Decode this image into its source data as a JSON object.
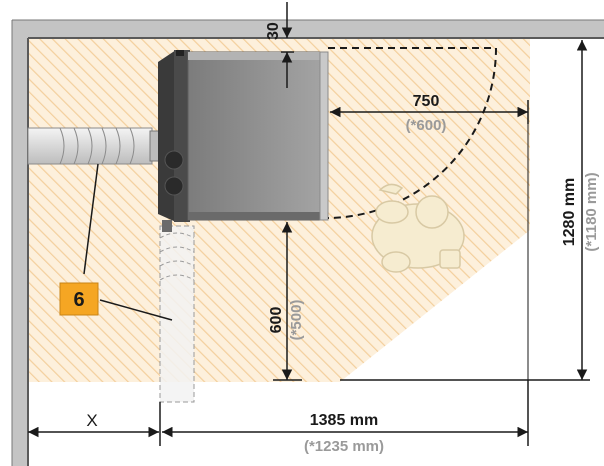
{
  "top_clearance": "30",
  "side_clearance": {
    "value": "750",
    "alt": "(*600)"
  },
  "front_clearance": {
    "value": "600",
    "alt": "(*500)"
  },
  "room_depth": {
    "value": "1280 mm",
    "alt": "(*1180 mm)"
  },
  "room_width": {
    "value": "1385 mm",
    "alt": "(*1235 mm)"
  },
  "wall_offset_label": "X",
  "callout_label": "6",
  "colors": {
    "hatch_fill": "#fdf0dc",
    "hatch_line": "#f3cf9c",
    "callout": "#f5a623",
    "unit_body": "#8e8e8e",
    "wall": "#b9b9b9"
  }
}
